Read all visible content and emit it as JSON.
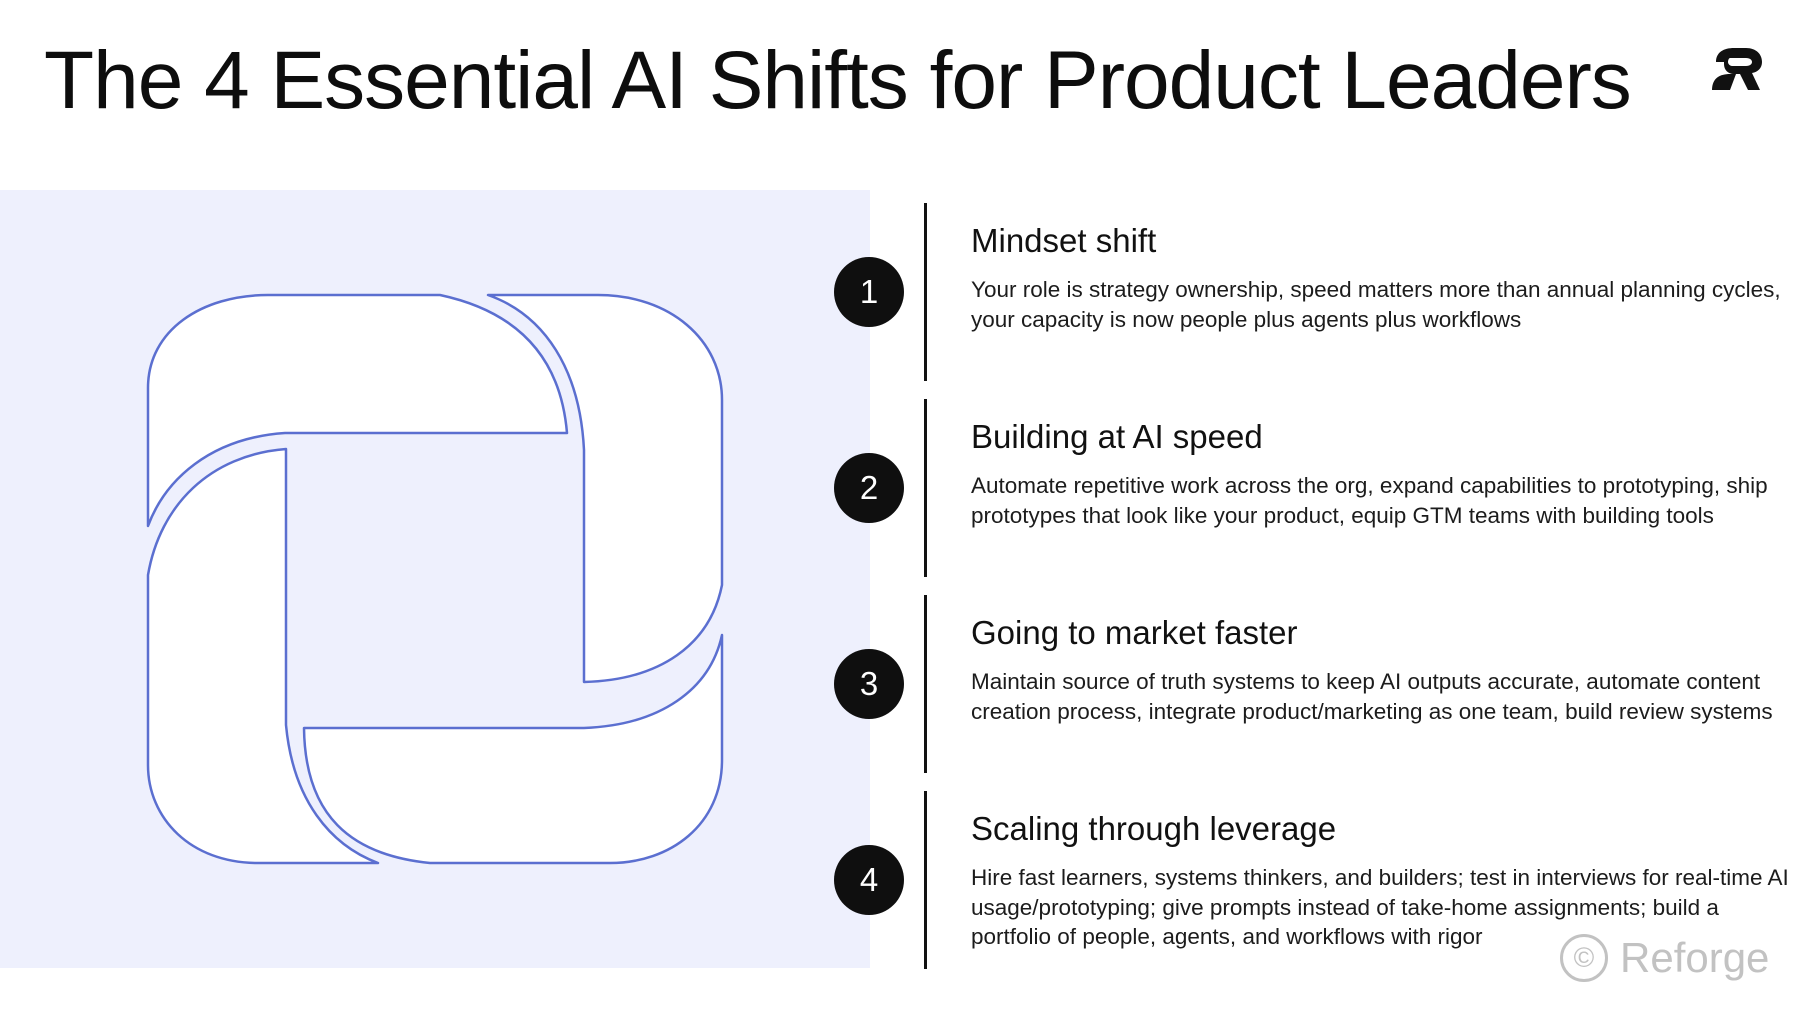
{
  "title": "The 4 Essential AI Shifts for Product Leaders",
  "icons": {
    "brand": "reforge-logo-icon",
    "illustration": "interlocking-reforge-mark"
  },
  "colors": {
    "panel_background": "#eef0fd",
    "outline": "#5b6fd0",
    "number_badge": "#0f0f0f"
  },
  "shifts": [
    {
      "number": "1",
      "heading": "Mindset shift",
      "description": "Your role is strategy ownership, speed matters more than annual planning cycles, your capacity is now people plus agents plus workflows"
    },
    {
      "number": "2",
      "heading": "Building at AI speed",
      "description": "Automate repetitive work across the org, expand capabilities to prototyping, ship prototypes that look like your product, equip GTM teams with building tools"
    },
    {
      "number": "3",
      "heading": "Going to market faster",
      "description": "Maintain source of truth systems to keep AI outputs accurate, automate content creation process, integrate product/marketing as one team, build review systems"
    },
    {
      "number": "4",
      "heading": "Scaling through leverage",
      "description": "Hire fast learners, systems thinkers, and builders; test in interviews for real-time AI usage/prototyping; give prompts instead of take-home assignments; build a portfolio of people, agents, and workflows with rigor"
    }
  ],
  "watermark": {
    "symbol": "©",
    "text": "Reforge"
  }
}
